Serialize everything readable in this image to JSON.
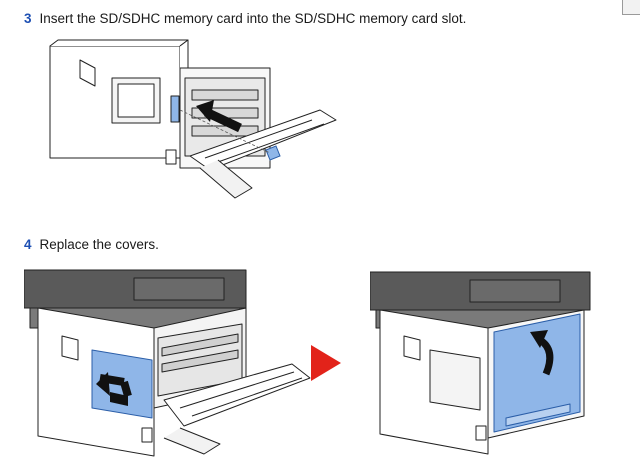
{
  "steps": [
    {
      "number": "3",
      "text": "Insert the SD/SDHC memory card into the SD/SDHC memory card slot."
    },
    {
      "number": "4",
      "text": "Replace the covers."
    }
  ],
  "colors": {
    "step_number": "#1d4fb3",
    "cover_blue": "#8fb6e8",
    "next_arrow": "#e2231a",
    "printer_top": "#5a5a5a"
  },
  "icons": [
    "insert-arrow-icon",
    "slide-arrow-icon",
    "curved-arrow-icon",
    "next-step-arrow-icon"
  ]
}
